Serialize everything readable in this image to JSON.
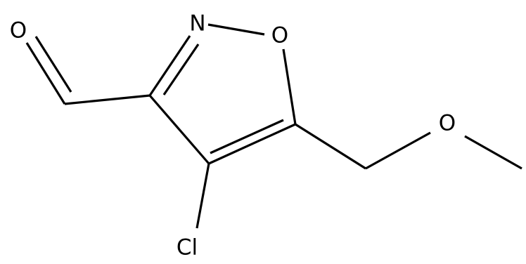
{
  "molecule": {
    "atoms": {
      "aldehyde_oxygen": "O",
      "ring_nitrogen": "N",
      "ring_oxygen": "O",
      "ether_oxygen": "O",
      "chlorine": "Cl"
    }
  },
  "colors": {
    "bond": "#000000",
    "label": "#000000",
    "background": "#ffffff"
  }
}
